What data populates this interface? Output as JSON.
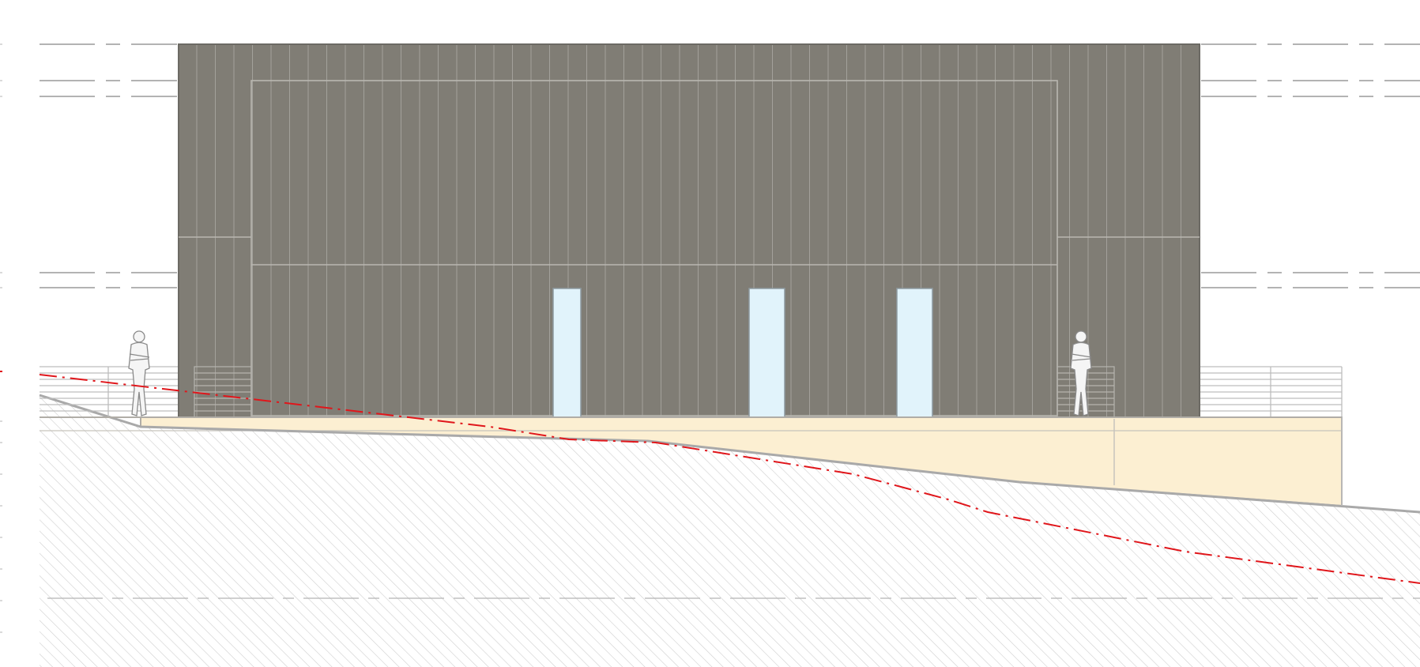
{
  "drawing": {
    "type": "architectural-elevation",
    "colors": {
      "background": "#ffffff",
      "facade": "#807d75",
      "facade_outline": "#6c6a64",
      "cladding_line": "#a3a19b",
      "panel_frame": "#b9b7b1",
      "window_glass": "#e1f3fb",
      "window_frame": "#8d9aa0",
      "plinth": "#fcefd2",
      "plinth_outline": "#b0ada7",
      "ground_hatch": "#cdcdcd",
      "ground_line": "#b3b3b3",
      "reference_line": "#9a9a9a",
      "original_ground_line": "#e0161b",
      "railing": "#bdbdbd",
      "figure": "#8a8a8a"
    },
    "legend_entries": [],
    "annotations": [],
    "elements": {
      "windows": [
        "window-left",
        "window-center",
        "window-right"
      ],
      "human_figures": [
        "scale-figure-left",
        "scale-figure-right"
      ],
      "railings": [
        "railing-left",
        "railing-right"
      ]
    }
  }
}
